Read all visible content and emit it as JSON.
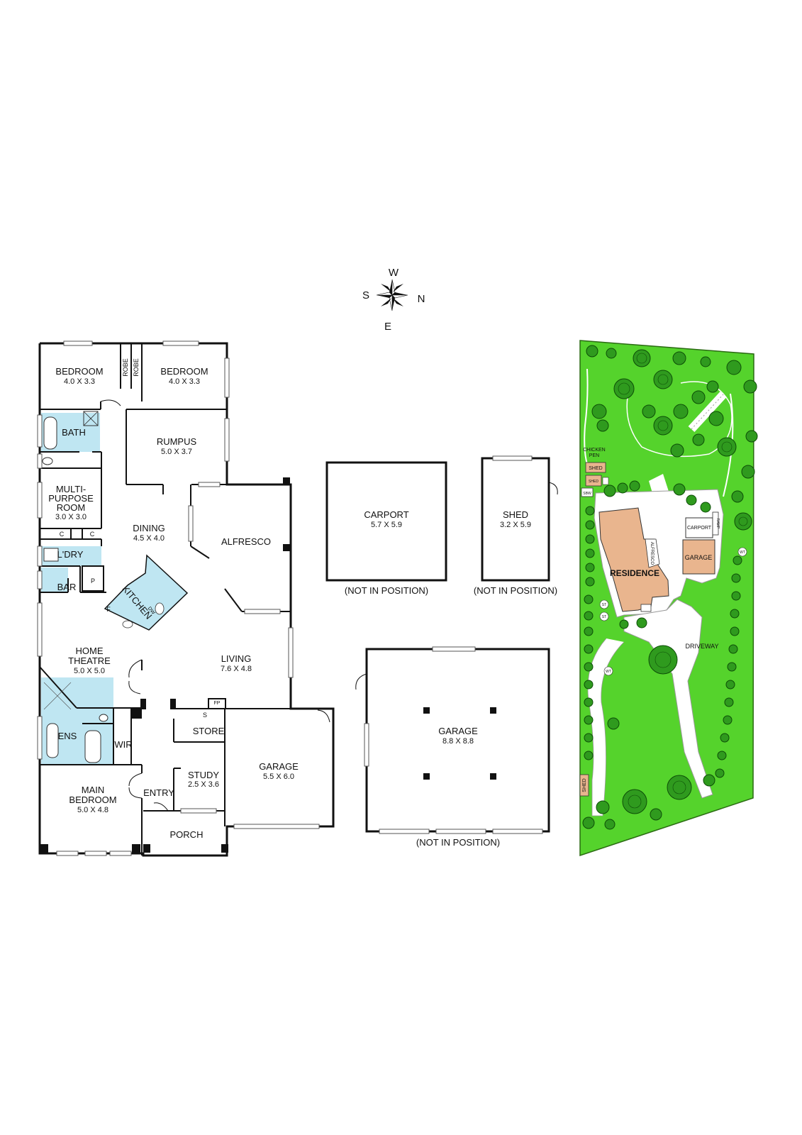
{
  "compass": {
    "north": "N",
    "south": "S",
    "east": "E",
    "west": "W"
  },
  "rooms": {
    "bedroom1": {
      "name": "BEDROOM",
      "dim": "4.0 X 3.3"
    },
    "bedroom2": {
      "name": "BEDROOM",
      "dim": "4.0 X 3.3"
    },
    "robe1": "ROBE",
    "robe2": "ROBE",
    "bath": "BATH",
    "rumpus": {
      "name": "RUMPUS",
      "dim": "5.0 X 3.7"
    },
    "multipurpose": {
      "line1": "MULTI-",
      "line2": "PURPOSE",
      "line3": "ROOM",
      "dim": "3.0 X 3.0"
    },
    "cupboard1": "C",
    "cupboard2": "C",
    "laundry": "L'DRY",
    "dining": {
      "name": "DINING",
      "dim": "4.5 X 4.0"
    },
    "alfresco": "ALFRESCO",
    "bar": "BAR",
    "pantry": "P",
    "fridge": "F",
    "kitchen": "KITCHEN",
    "dishwasher": "DW",
    "home_theatre": {
      "line1": "HOME",
      "line2": "THEATRE",
      "dim": "5.0 X 5.0"
    },
    "living": {
      "name": "LIVING",
      "dim": "7.6 X 4.8"
    },
    "fireplace": "FP",
    "shower_s": "S",
    "store": "STORE",
    "ensuite": "ENS",
    "wir": "WIR",
    "study": {
      "name": "STUDY",
      "dim": "2.5 X 3.6"
    },
    "garage_main": {
      "name": "GARAGE",
      "dim": "5.5 X 6.0"
    },
    "main_bedroom": {
      "line1": "MAIN",
      "line2": "BEDROOM",
      "dim": "5.0 X 4.8"
    },
    "entry": "ENTRY",
    "porch": "PORCH"
  },
  "outbuildings": {
    "carport": {
      "name": "CARPORT",
      "dim": "5.7 X 5.9",
      "note": "(NOT IN POSITION)"
    },
    "shed": {
      "name": "SHED",
      "dim": "3.2 X 5.9",
      "note": "(NOT IN POSITION)"
    },
    "garage": {
      "name": "GARAGE",
      "dim": "8.8 X 8.8",
      "note": "(NOT IN POSITION)"
    }
  },
  "site": {
    "chicken_pen_1": "CHICKEN",
    "chicken_pen_2": "PEN",
    "shed_a": "SHED",
    "shed_b": "SHED",
    "sbw": "SBW",
    "ramp": "RAMP",
    "carport": "CARPORT",
    "alfresco": "ALFRESCO",
    "residence": "RESIDENCE",
    "garage": "GARAGE",
    "wt1": "WT",
    "wt2": "WT",
    "st1": "ST",
    "st2": "ST",
    "driveway": "DRIVEWAY",
    "shed_c": "SHED"
  },
  "colors": {
    "wet_area": "#bfe6f2",
    "lawn": "#55d32c",
    "tree": "#2f9a1e",
    "building": "#e9b58e"
  }
}
